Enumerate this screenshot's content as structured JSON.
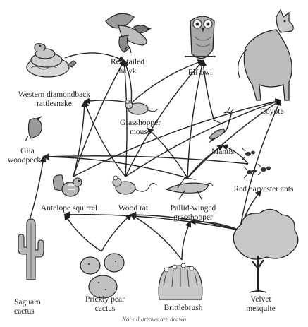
{
  "diagram": {
    "kind": "food web",
    "organisms": [
      {
        "id": "rattlesnake",
        "label": "Western diamondback\nrattlesnake",
        "icon": "rattlesnake-icon"
      },
      {
        "id": "hawk",
        "label": "Red-tailed\nhawk",
        "icon": "hawk-icon"
      },
      {
        "id": "owl",
        "label": "Elf owl",
        "icon": "owl-icon"
      },
      {
        "id": "coyote",
        "label": "Coyote",
        "icon": "coyote-icon"
      },
      {
        "id": "mouse",
        "label": "Grasshopper\nmouse",
        "icon": "mouse-icon"
      },
      {
        "id": "woodpecker",
        "label": "Gila\nwoodpecker",
        "icon": "woodpecker-icon"
      },
      {
        "id": "mantis",
        "label": "Mantis",
        "icon": "mantis-icon"
      },
      {
        "id": "ants",
        "label": "Red harvester ants",
        "icon": "ants-icon"
      },
      {
        "id": "squirrel",
        "label": "Antelope squirrel",
        "icon": "squirrel-icon"
      },
      {
        "id": "woodrat",
        "label": "Wood rat",
        "icon": "woodrat-icon"
      },
      {
        "id": "grasshopper",
        "label": "Pallid-winged\ngrasshopper",
        "icon": "grasshopper-icon"
      },
      {
        "id": "saguaro",
        "label": "Saguaro\ncactus",
        "icon": "saguaro-icon"
      },
      {
        "id": "pricklypear",
        "label": "Prickly pear\ncactus",
        "icon": "pricklypear-icon"
      },
      {
        "id": "brittlebrush",
        "label": "Brittlebrush",
        "icon": "brittlebrush-icon"
      },
      {
        "id": "mesquite",
        "label": "Velvet\nmesquite",
        "icon": "mesquite-icon"
      }
    ],
    "links": [
      {
        "from": "rattlesnake",
        "to": "hawk"
      },
      {
        "from": "mouse",
        "to": "hawk"
      },
      {
        "from": "mouse",
        "to": "rattlesnake"
      },
      {
        "from": "mouse",
        "to": "owl"
      },
      {
        "from": "squirrel",
        "to": "hawk"
      },
      {
        "from": "squirrel",
        "to": "rattlesnake"
      },
      {
        "from": "squirrel",
        "to": "coyote"
      },
      {
        "from": "woodrat",
        "to": "hawk"
      },
      {
        "from": "woodrat",
        "to": "rattlesnake"
      },
      {
        "from": "woodrat",
        "to": "coyote"
      },
      {
        "from": "woodrat",
        "to": "owl"
      },
      {
        "from": "grasshopper",
        "to": "mouse"
      },
      {
        "from": "grasshopper",
        "to": "woodpecker"
      },
      {
        "from": "grasshopper",
        "to": "owl"
      },
      {
        "from": "grasshopper",
        "to": "coyote"
      },
      {
        "from": "grasshopper",
        "to": "mantis"
      },
      {
        "from": "mantis",
        "to": "owl"
      },
      {
        "from": "ants",
        "to": "woodpecker"
      },
      {
        "from": "ants",
        "to": "mantis"
      },
      {
        "from": "saguaro",
        "to": "woodpecker"
      },
      {
        "from": "pricklypear",
        "to": "squirrel"
      },
      {
        "from": "pricklypear",
        "to": "woodrat"
      },
      {
        "from": "brittlebrush",
        "to": "woodrat"
      },
      {
        "from": "brittlebrush",
        "to": "grasshopper"
      },
      {
        "from": "mesquite",
        "to": "squirrel"
      },
      {
        "from": "mesquite",
        "to": "woodrat"
      },
      {
        "from": "mesquite",
        "to": "grasshopper"
      },
      {
        "from": "mesquite",
        "to": "ants"
      },
      {
        "from": "mesquite",
        "to": "coyote"
      }
    ],
    "caption": "Not all arrows are drawn"
  },
  "colors": {
    "ink": "#1c1c1c",
    "line": "#222222",
    "shade": "#8a8a8a",
    "light": "#cfcfcf",
    "background": "#ffffff"
  }
}
